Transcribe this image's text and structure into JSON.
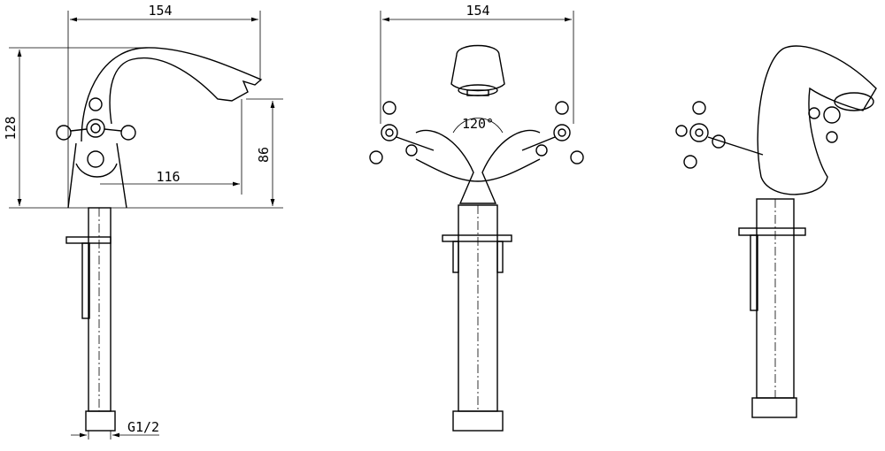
{
  "drawing": {
    "views": [
      {
        "name": "side-view",
        "dimensions": {
          "width": "154",
          "height": "128",
          "outlet_height": "86",
          "reach": "116",
          "thread": "G1/2"
        }
      },
      {
        "name": "front-view",
        "dimensions": {
          "width": "154",
          "angle": "120°"
        }
      },
      {
        "name": "perspective-view"
      }
    ],
    "line_color": "#000000",
    "background": "#ffffff"
  }
}
